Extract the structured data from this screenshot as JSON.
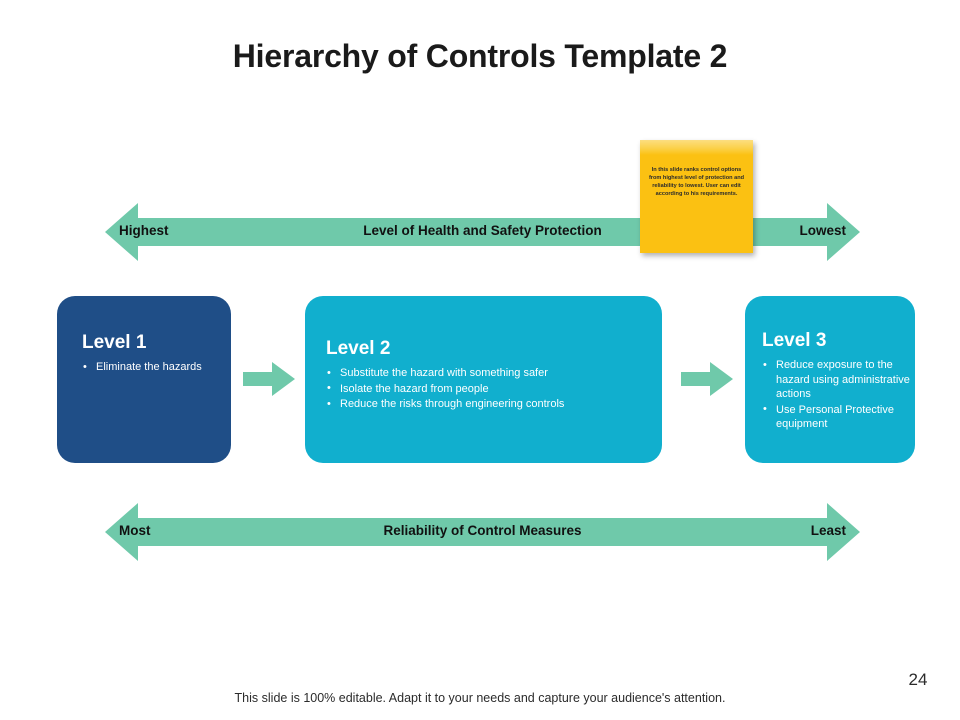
{
  "title": "Hierarchy of Controls Template 2",
  "colors": {
    "accent_green": "#6FC9AA",
    "accent_teal": "#11AFCE",
    "accent_darkblue": "#1F4E87",
    "sticky_yellow": "#FBC112",
    "text_dark": "#1a1a1a"
  },
  "bands": {
    "top": {
      "left_label": "Highest",
      "center_label": "Level of Health and Safety Protection",
      "right_label": "Lowest"
    },
    "bottom": {
      "left_label": "Most",
      "center_label": "Reliability of Control Measures",
      "right_label": "Least"
    }
  },
  "levels": [
    {
      "title": "Level 1",
      "bullets": [
        "Eliminate the hazards"
      ]
    },
    {
      "title": "Level 2",
      "bullets": [
        "Substitute the hazard with something safer",
        "Isolate the hazard from people",
        "Reduce the risks through engineering controls"
      ]
    },
    {
      "title": "Level 3",
      "bullets": [
        "Reduce exposure to the hazard using administrative actions",
        "Use Personal Protective equipment"
      ]
    }
  ],
  "sticky_note": {
    "text": "In this slide ranks control options from highest level of protection and reliability to lowest. User can edit according to his requirements."
  },
  "footer": {
    "note": "This slide is 100% editable. Adapt it to your needs and capture your audience's attention.",
    "page_number": "24"
  }
}
